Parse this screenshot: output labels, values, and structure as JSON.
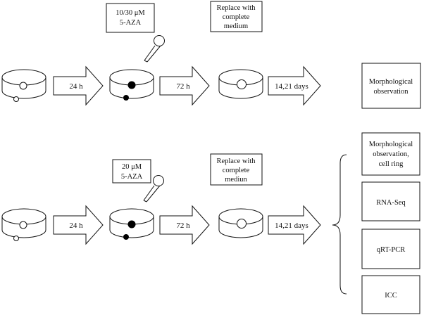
{
  "row1": {
    "treatment": {
      "line1": "10/30 μM",
      "line2": "5-AZA"
    },
    "replace": {
      "line1": "Replace with",
      "line2": "complete",
      "line3": "medium"
    },
    "arrows": [
      "24 h",
      "72 h",
      "14,21 days"
    ],
    "outcome": {
      "line1": "Morphological",
      "line2": "observation"
    }
  },
  "row2": {
    "treatment": {
      "line1": "20 μM",
      "line2": "5-AZA"
    },
    "replace": {
      "line1": "Replace with",
      "line2": "complete",
      "line3": "mediun"
    },
    "arrows": [
      "24 h",
      "72 h",
      "14,21 days"
    ],
    "outcomes": [
      {
        "line1": "Morphological",
        "line2": "observation,",
        "line3": "cell ring"
      },
      {
        "line1": "RNA-Seq"
      },
      {
        "line1": "qRT-PCR"
      },
      {
        "line1": "ICC"
      }
    ]
  }
}
